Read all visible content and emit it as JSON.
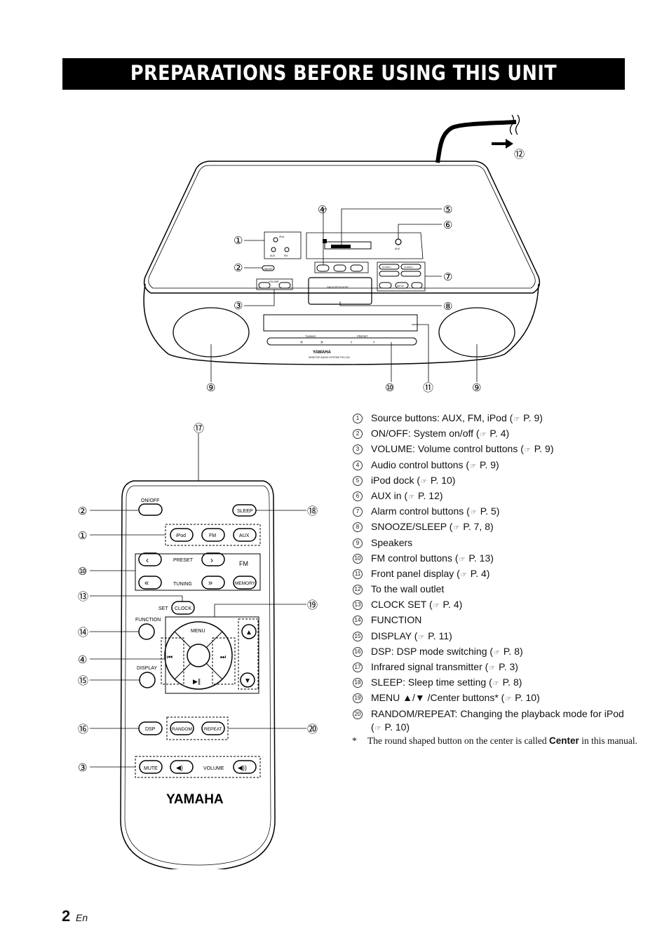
{
  "header": {
    "title": "PREPARATIONS BEFORE USING THIS UNIT"
  },
  "unit": {
    "label_aux": "AUX",
    "label_fm": "FM",
    "label_ipod": "iPod",
    "label_onoff": "ON/OFF",
    "label_volume": "VOLUME",
    "label_snooze": "SNOOZE/SLEEP",
    "label_alarm1": "ALARM 1",
    "label_alarm2": "ALARM 2",
    "label_setup": "SETUP",
    "label_tuning": "TUNING",
    "label_preset": "PRESET",
    "brand": "YAMAHA",
    "model": "DESKTOP AUDIO SYSTEM TSX-130",
    "aux_in": "AUX"
  },
  "remote": {
    "on_off": "ON/OFF",
    "sleep": "SLEEP",
    "ipod": "iPod",
    "fm": "FM",
    "aux": "AUX",
    "preset": "PRESET",
    "tuning": "TUNING",
    "fm_label": "FM",
    "memory": "MEMORY",
    "set": "SET",
    "clock": "CLOCK",
    "function": "FUNCTION",
    "menu": "MENU",
    "display": "DISPLAY",
    "dsp": "DSP",
    "random": "RANDOM",
    "repeat": "REPEAT",
    "mute": "MUTE",
    "volume": "VOLUME",
    "brand": "YAMAHA"
  },
  "callouts": [
    "①",
    "②",
    "③",
    "④",
    "⑤",
    "⑥",
    "⑦",
    "⑧",
    "⑨",
    "⑩",
    "⑪",
    "⑫",
    "⑬",
    "⑭",
    "⑮",
    "⑯",
    "⑰",
    "⑱",
    "⑲",
    "⑳"
  ],
  "legend": [
    {
      "num": "1",
      "text": "Source buttons: AUX, FM, iPod (",
      "ref": "P. 9)"
    },
    {
      "num": "2",
      "text": "ON/OFF: System on/off (",
      "ref": "P. 4)"
    },
    {
      "num": "3",
      "text": "VOLUME: Volume control buttons (",
      "ref": "P. 9)"
    },
    {
      "num": "4",
      "text": "Audio control buttons (",
      "ref": "P. 9)"
    },
    {
      "num": "5",
      "text": "iPod dock (",
      "ref": "P. 10)"
    },
    {
      "num": "6",
      "text": "AUX in (",
      "ref": "P. 12)"
    },
    {
      "num": "7",
      "text": "Alarm control buttons (",
      "ref": "P. 5)"
    },
    {
      "num": "8",
      "text": "SNOOZE/SLEEP (",
      "ref": "P. 7, 8)"
    },
    {
      "num": "9",
      "text": "Speakers",
      "ref": ""
    },
    {
      "num": "10",
      "text": "FM control buttons (",
      "ref": "P. 13)"
    },
    {
      "num": "11",
      "text": "Front panel display (",
      "ref": "P. 4)"
    },
    {
      "num": "12",
      "text": "To the wall outlet",
      "ref": ""
    },
    {
      "num": "13",
      "text": "CLOCK SET (",
      "ref": "P. 4)"
    },
    {
      "num": "14",
      "text": "FUNCTION",
      "ref": ""
    },
    {
      "num": "15",
      "text": "DISPLAY (",
      "ref": "P. 11)"
    },
    {
      "num": "16",
      "text": "DSP: DSP mode switching (",
      "ref": "P. 8)"
    },
    {
      "num": "17",
      "text": "Infrared signal transmitter (",
      "ref": "P. 3)"
    },
    {
      "num": "18",
      "text": "SLEEP: Sleep time setting (",
      "ref": "P. 8)"
    },
    {
      "num": "19",
      "text": "MENU ▲/▼ /Center buttons* (",
      "ref": "P. 10)"
    },
    {
      "num": "20",
      "text": "RANDOM/REPEAT: Changing the playback mode for iPod (",
      "ref": "P. 10)"
    }
  ],
  "ref_icon": "☞",
  "footnote": {
    "mark": "*",
    "text_before": "The round shaped button on the center is called ",
    "bold": "Center",
    "text_after": " in this manual."
  },
  "footer": {
    "page": "2",
    "lang": "En"
  }
}
